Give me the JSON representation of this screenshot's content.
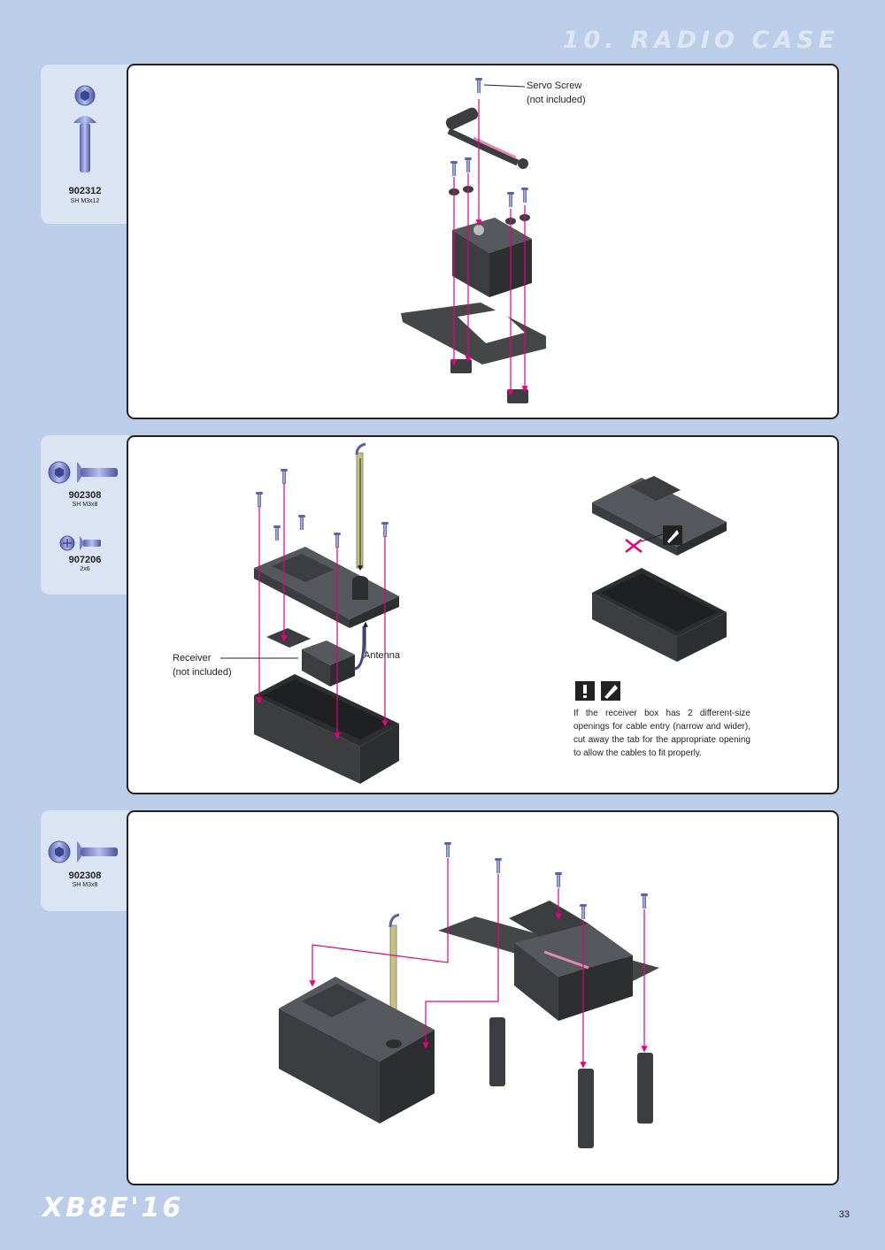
{
  "header": {
    "section_title": "10. RADIO CASE"
  },
  "steps": [
    {
      "parts": [
        {
          "code": "902312",
          "desc": "SH M3x12",
          "icon": "button-head-screw-icon"
        }
      ],
      "callouts": {
        "servo_screw": "Servo Screw",
        "servo_screw_note": "(not included)"
      }
    },
    {
      "parts": [
        {
          "code": "902308",
          "desc": "SH M3x8",
          "icon": "button-head-screw-icon"
        },
        {
          "code": "907206",
          "desc": "2x6",
          "icon": "phillips-screw-icon"
        }
      ],
      "callouts": {
        "receiver": "Receiver",
        "receiver_note": "(not included)",
        "antenna": "Antenna"
      },
      "note": "If the receiver box has 2 different-size openings for cable entry (narrow and wider), cut away the tab for the appropriate opening to allow the cables to fit properly."
    },
    {
      "parts": [
        {
          "code": "902308",
          "desc": "SH M3x8",
          "icon": "button-head-screw-icon"
        }
      ]
    }
  ],
  "footer": {
    "logo": "XB8E'16",
    "page_number": "33"
  },
  "colors": {
    "page_bg": "#bccdea",
    "card_bg": "#dbe4f2",
    "arrow": "#e6007e",
    "part_dark": "#3b3d40",
    "screw": "#7a83c8"
  }
}
